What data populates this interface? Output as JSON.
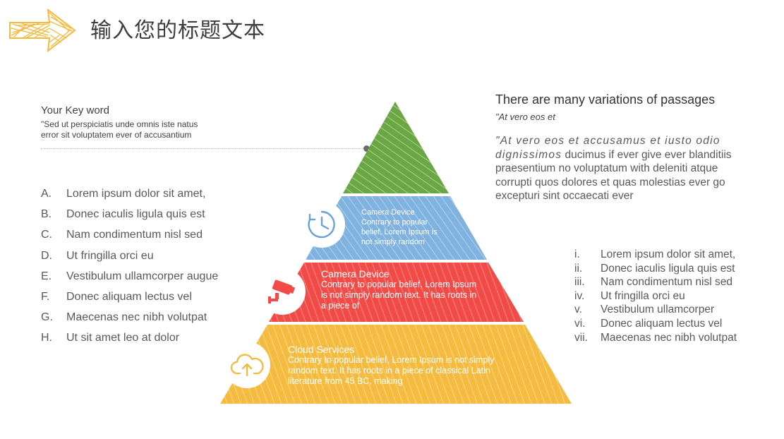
{
  "header": {
    "title": "输入您的标题文本",
    "arrow_icon": "hand-drawn-arrow-icon",
    "accent_color": "#f5b93b"
  },
  "keyword": {
    "title": "Your Key word",
    "desc": "\"Sed ut perspiciatis unde omnis iste natus error sit voluptatem ever of accusantium"
  },
  "left_list": [
    {
      "marker": "A.",
      "text": "Lorem ipsum dolor sit amet,"
    },
    {
      "marker": "B.",
      "text": "Donec iaculis ligula quis est"
    },
    {
      "marker": "C.",
      "text": "Nam condimentum nisl sed"
    },
    {
      "marker": "D.",
      "text": "Ut fringilla orci eu"
    },
    {
      "marker": "E.",
      "text": "Vestibulum ullamcorper augue"
    },
    {
      "marker": "F.",
      "text": "Donec aliquam lectus vel"
    },
    {
      "marker": "G.",
      "text": "Maecenas nec nibh volutpat"
    },
    {
      "marker": "H.",
      "text": "Ut sit amet leo at dolor"
    }
  ],
  "pyramid": {
    "colors": {
      "top": "#6aa742",
      "level3": "#7fb2de",
      "level2": "#f24a46",
      "level1": "#f5bb3f"
    },
    "level3": {
      "icon": "clock-icon",
      "title": "Camera Device",
      "text": "Contrary to popular belief, Lorem Ipsum is not simply random"
    },
    "level2": {
      "icon": "security-camera-icon",
      "title": "Camera Device",
      "text": "Contrary to popular belief, Lorem Ipsum is not simply random text. It has roots in a piece of"
    },
    "level1": {
      "icon": "cloud-upload-icon",
      "title": "Cloud Services",
      "text": "Contrary to popular belief, Lorem Ipsum is not simply random text. It has roots in a piece of classical Latin literature from 45 BC, making"
    }
  },
  "right": {
    "title": "There are many variations of passages",
    "subtitle": "\"At vero eos et",
    "body_lead": "\"At vero eos et accusamus et iusto odio dignissimos",
    "body_rest": " ducimus if ever give ever blanditiis praesentium no voluptatum with deleniti atque corrupti quos dolores et quas molestias ever go excepturi sint occaecati ever",
    "list": [
      {
        "marker": "i.",
        "text": "Lorem ipsum dolor sit amet,"
      },
      {
        "marker": "ii.",
        "text": "Donec iaculis ligula quis est"
      },
      {
        "marker": "iii.",
        "text": "Nam condimentum nisl sed"
      },
      {
        "marker": "iv.",
        "text": "Ut fringilla orci eu"
      },
      {
        "marker": "v.",
        "text": "Vestibulum ullamcorper"
      },
      {
        "marker": "vi.",
        "text": "Donec aliquam lectus vel"
      },
      {
        "marker": "vii.",
        "text": "Maecenas nec nibh volutpat"
      }
    ]
  }
}
